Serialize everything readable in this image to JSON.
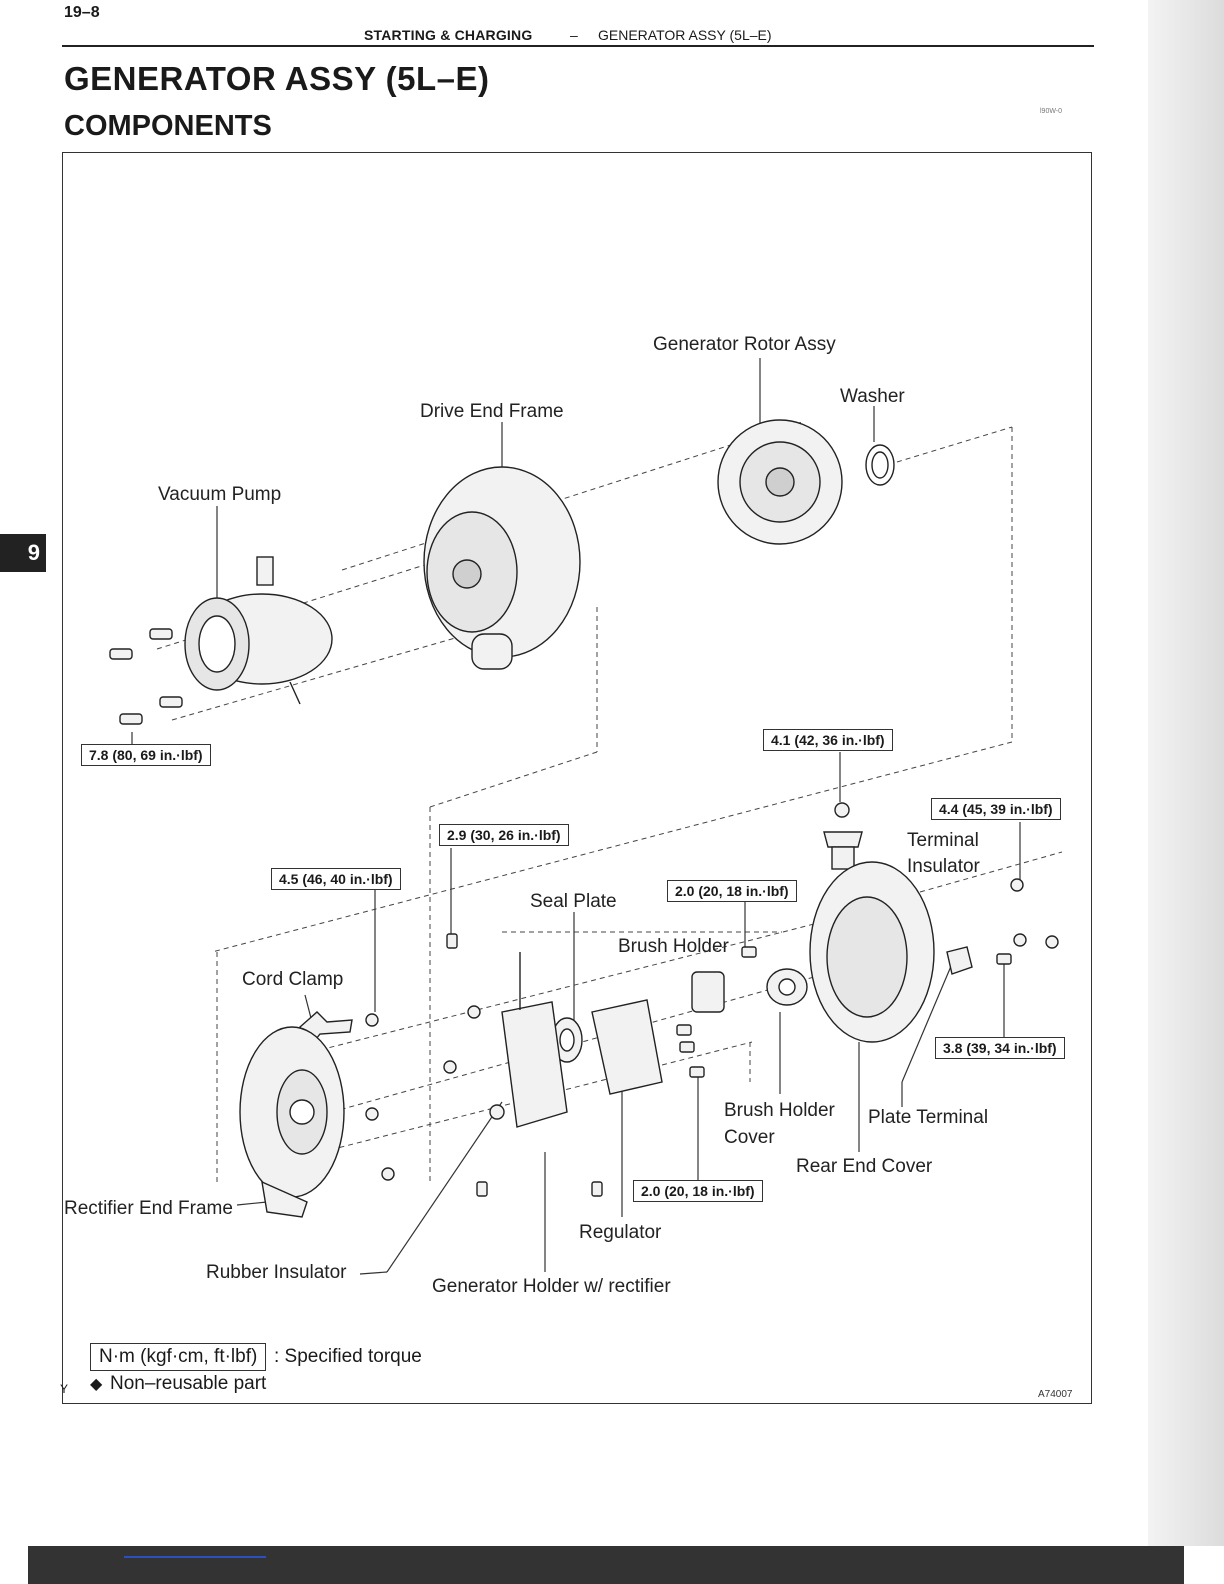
{
  "header": {
    "page_number": "19–8",
    "section": "STARTING & CHARGING",
    "separator": "–",
    "topic": "GENERATOR ASSY (5L–E)",
    "ref_code": "l90W-0"
  },
  "title": "GENERATOR ASSY (5L–E)",
  "subtitle": "COMPONENTS",
  "tab_marker": "9",
  "diagram": {
    "labels": {
      "generator_rotor_assy": "Generator Rotor Assy",
      "washer": "Washer",
      "drive_end_frame": "Drive End Frame",
      "vacuum_pump": "Vacuum Pump",
      "terminal_insulator_1": "Terminal",
      "terminal_insulator_2": "Insulator",
      "seal_plate": "Seal Plate",
      "brush_holder": "Brush Holder",
      "cord_clamp": "Cord Clamp",
      "brush_holder_cover_1": "Brush Holder",
      "brush_holder_cover_2": "Cover",
      "plate_terminal": "Plate Terminal",
      "rear_end_cover": "Rear End Cover",
      "rectifier_end_frame": "Rectifier End Frame",
      "regulator": "Regulator",
      "rubber_insulator": "Rubber Insulator",
      "generator_holder": "Generator Holder w/ rectifier"
    },
    "torques": {
      "vacuum_pump_bolts": "7.8 (80, 69 in.·lbf)",
      "terminal_nut": "4.1 (42, 36 in.·lbf)",
      "rear_cover_nut": "4.4 (45, 39 in.·lbf)",
      "holder_screw": "2.9 (30, 26 in.·lbf)",
      "cord_clamp_nut": "4.5 (46, 40 in.·lbf)",
      "brush_holder_screw": "2.0 (20, 18 in.·lbf)",
      "plate_terminal_nut": "3.8 (39, 34 in.·lbf)",
      "regulator_screw": "2.0 (20, 18 in.·lbf)"
    }
  },
  "legend": {
    "unit_box": "N·m (kgf·cm, ft·lbf)",
    "unit_text": ": Specified torque",
    "diamond": "◆",
    "non_reusable": "Non–reusable part",
    "corner_mark": "Y"
  },
  "figure_code": "A74007"
}
